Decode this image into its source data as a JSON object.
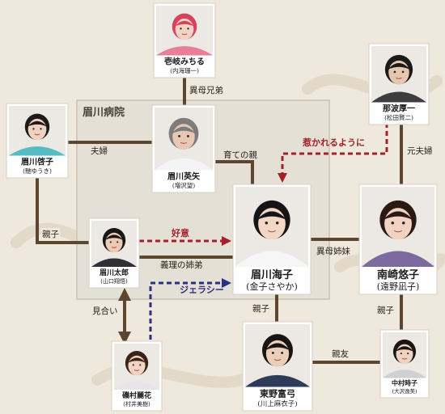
{
  "group_label": "眉川病院",
  "people": {
    "ikishima": {
      "name": "壱岐みちる",
      "actor": "(内海珊一)",
      "hair": "#d9405c",
      "skin": "#f2d4c4",
      "shirt": "#e87f98"
    },
    "keiko": {
      "name": "眉川啓子",
      "actor": "(馳ゆうき)",
      "hair": "#1e1a18",
      "skin": "#f0d2c0",
      "shirt": "#55bcc2"
    },
    "eiya": {
      "name": "眉川英矢",
      "actor": "(増沢望)",
      "hair": "#7d7d7d",
      "skin": "#e8c8b2",
      "shirt": "#f4f4f4"
    },
    "nasu": {
      "name": "那波厚一",
      "actor": "(松田賢二)",
      "hair": "#1a1a1a",
      "skin": "#e6c6ae",
      "shirt": "#3d3d3d"
    },
    "umiko": {
      "name": "眉川海子",
      "actor": "(金子さやか)",
      "hair": "#141414",
      "skin": "#f2d6c6",
      "shirt": "#f6f6f6"
    },
    "yuko": {
      "name": "南崎悠子",
      "actor": "(遠野凪子)",
      "hair": "#2a1a12",
      "skin": "#f2d2c0",
      "shirt": "#7a6a9e"
    },
    "taro": {
      "name": "眉川太郎",
      "actor": "(山口翔悟)",
      "hair": "#161616",
      "skin": "#eccab4",
      "shirt": "#2f2f36"
    },
    "reika": {
      "name": "磯村麗花",
      "actor": "(村井美樹)",
      "hair": "#3a2418",
      "skin": "#f2d4c0",
      "shirt": "#e8e4ea"
    },
    "fumi": {
      "name": "東野富弓",
      "actor": "(川上麻衣子)",
      "hair": "#181412",
      "skin": "#ecceb8",
      "shirt": "#2e3a5a"
    },
    "tokiko": {
      "name": "中村時子",
      "actor": "(大沢逸美)",
      "hair": "#1a1412",
      "skin": "#f0d2c0",
      "shirt": "#cfcfd6"
    }
  },
  "relations": {
    "ibo_kyodai": "異母兄弟",
    "fufu": "夫婦",
    "sodate_no_oya": "育ての親",
    "moto_fufu": "元夫婦",
    "oyako_keiko_taro": "親子",
    "giri_no_shitei": "義理の姉弟",
    "ibo_shimai": "異母姉妹",
    "oyako_yuko_tokiko": "親子",
    "miai": "見合い",
    "oyako_umiko_fumi": "親子",
    "shinyu": "親友"
  },
  "arrows": {
    "hikareru": "惹かれるように",
    "koui": "好意",
    "jealousy": "ジェラシー"
  }
}
